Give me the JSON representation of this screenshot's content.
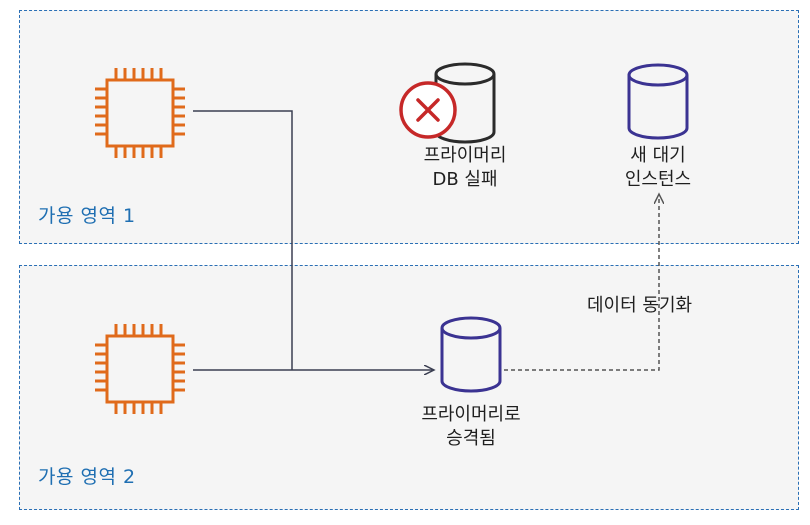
{
  "zones": [
    {
      "label": "가용 영역 1"
    },
    {
      "label": "가용 영역 2"
    }
  ],
  "nodes": {
    "failed_primary": {
      "line1": "프라이머리",
      "line2": "DB 실패"
    },
    "new_standby": {
      "line1": "새 대기",
      "line2": "인스턴스"
    },
    "promoted_primary": {
      "line1": "프라이머리로",
      "line2": "승격됨"
    }
  },
  "edges": {
    "sync_label": "데이터 동기화"
  },
  "colors": {
    "zone_border": "#2a6fb5",
    "zone_label": "#1f6fb2",
    "compute_icon": "#e06a1b",
    "db_icon": "#3b3392",
    "failed_db": "#2b2b2b",
    "failure_mark": "#c62828",
    "connector": "#3b3f52"
  },
  "icons": [
    "compute-instance-icon",
    "database-icon",
    "failure-x-icon"
  ]
}
